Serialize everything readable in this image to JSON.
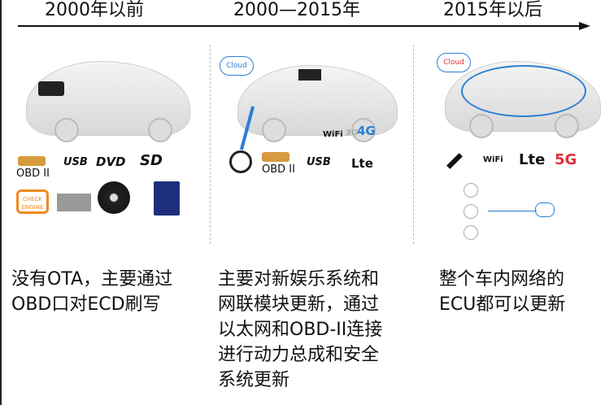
{
  "timeline": {
    "eras": [
      "2000年以前",
      "2000—2015年",
      "2015年以后"
    ]
  },
  "panels": [
    {
      "icons": [
        "obd-port-icon",
        "usb-icon",
        "dvd-icon",
        "sd-card-icon",
        "check-engine-icon",
        "usb-stick-icon",
        "disc-icon",
        "sd-card-photo-icon"
      ],
      "labels": {
        "obd": "OBD II",
        "usb": "USB",
        "dvd": "DVD",
        "sd": "SD",
        "check_engine": "CHECK ENGINE"
      },
      "description": [
        "没有OTA，主要通过",
        "OBD口对ECD刷写"
      ]
    },
    {
      "icons": [
        "cloud-icon",
        "wifi-icon",
        "4g-icon",
        "usb-cable-icon",
        "obd-port-icon",
        "usb-icon",
        "lte-icon"
      ],
      "labels": {
        "cloud": "Cloud",
        "wifi": "WiFi",
        "g4": "4G",
        "g3": "3G",
        "obd": "OBD II",
        "usb": "USB",
        "lte": "Lte"
      },
      "description": [
        "主要对新娱乐系统和",
        "网联模块更新，通过",
        "以太网和OBD-II连接",
        "进行动力总成和安全",
        "系统更新"
      ]
    },
    {
      "icons": [
        "cloud-icon",
        "satellite-icon",
        "wifi-icon",
        "lte-icon",
        "5g-icon",
        "network-diagram-icon"
      ],
      "labels": {
        "cloud": "Cloud",
        "wifi": "WiFi",
        "lte": "Lte",
        "g5": "5G"
      },
      "description": [
        "整个车内网络的",
        "ECU都可以更新"
      ]
    }
  ],
  "colors": {
    "accent_blue": "#2a7fd4",
    "lte_red": "#e0303a",
    "check_orange": "#f08a1e"
  }
}
